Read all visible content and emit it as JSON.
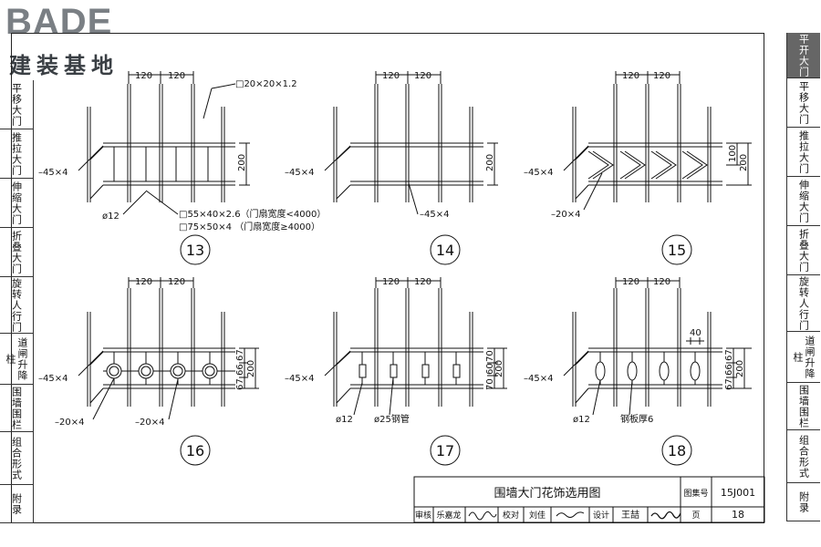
{
  "logo": {
    "text_en": "BADE",
    "text_cn": "建装基地"
  },
  "left_nav": [
    {
      "label": "平移大门"
    },
    {
      "label": "推拉大门"
    },
    {
      "label": "伸缩大门"
    },
    {
      "label": "折叠大门"
    },
    {
      "label": "旋转人行门"
    },
    {
      "label": "道闸升降柱"
    },
    {
      "label": "围墙围栏"
    },
    {
      "label": "组合形式"
    },
    {
      "label": "附录"
    }
  ],
  "right_nav": [
    {
      "label": "平开大门",
      "active": true
    },
    {
      "label": "平移大门"
    },
    {
      "label": "推拉大门"
    },
    {
      "label": "伸缩大门"
    },
    {
      "label": "折叠大门"
    },
    {
      "label": "旋转人行门"
    },
    {
      "label": "道闸升降柱"
    },
    {
      "label": "围墙围栏"
    },
    {
      "label": "组合形式"
    },
    {
      "label": "附录"
    }
  ],
  "dims": {
    "d120": "120",
    "d200": "200",
    "d100": "100",
    "d40": "40",
    "d67": "67",
    "d66": "66",
    "d70": "70",
    "d60": "60"
  },
  "labels": {
    "tube_20": "□20×20×1.2",
    "flat_45": "–45×4",
    "flat_20": "–20×4",
    "rod_12": "ø12",
    "tube_55": "□55×40×2.6（门扇宽度<4000）",
    "tube_75": "□75×50×4 （门扇宽度≥4000）",
    "pipe_25": "ø25钢管",
    "plate_6": "钢板厚6"
  },
  "figures": [
    "13",
    "14",
    "15",
    "16",
    "17",
    "18"
  ],
  "title_block": {
    "title": "围墙大门花饰选用图",
    "atlas_label": "图集号",
    "atlas_no": "15J001",
    "review_label": "审核",
    "review_name": "乐嘉龙",
    "check_label": "校对",
    "check_name": "刘佳",
    "design_label": "设计",
    "design_name": "王喆",
    "page_label": "页",
    "page_no": "18"
  }
}
